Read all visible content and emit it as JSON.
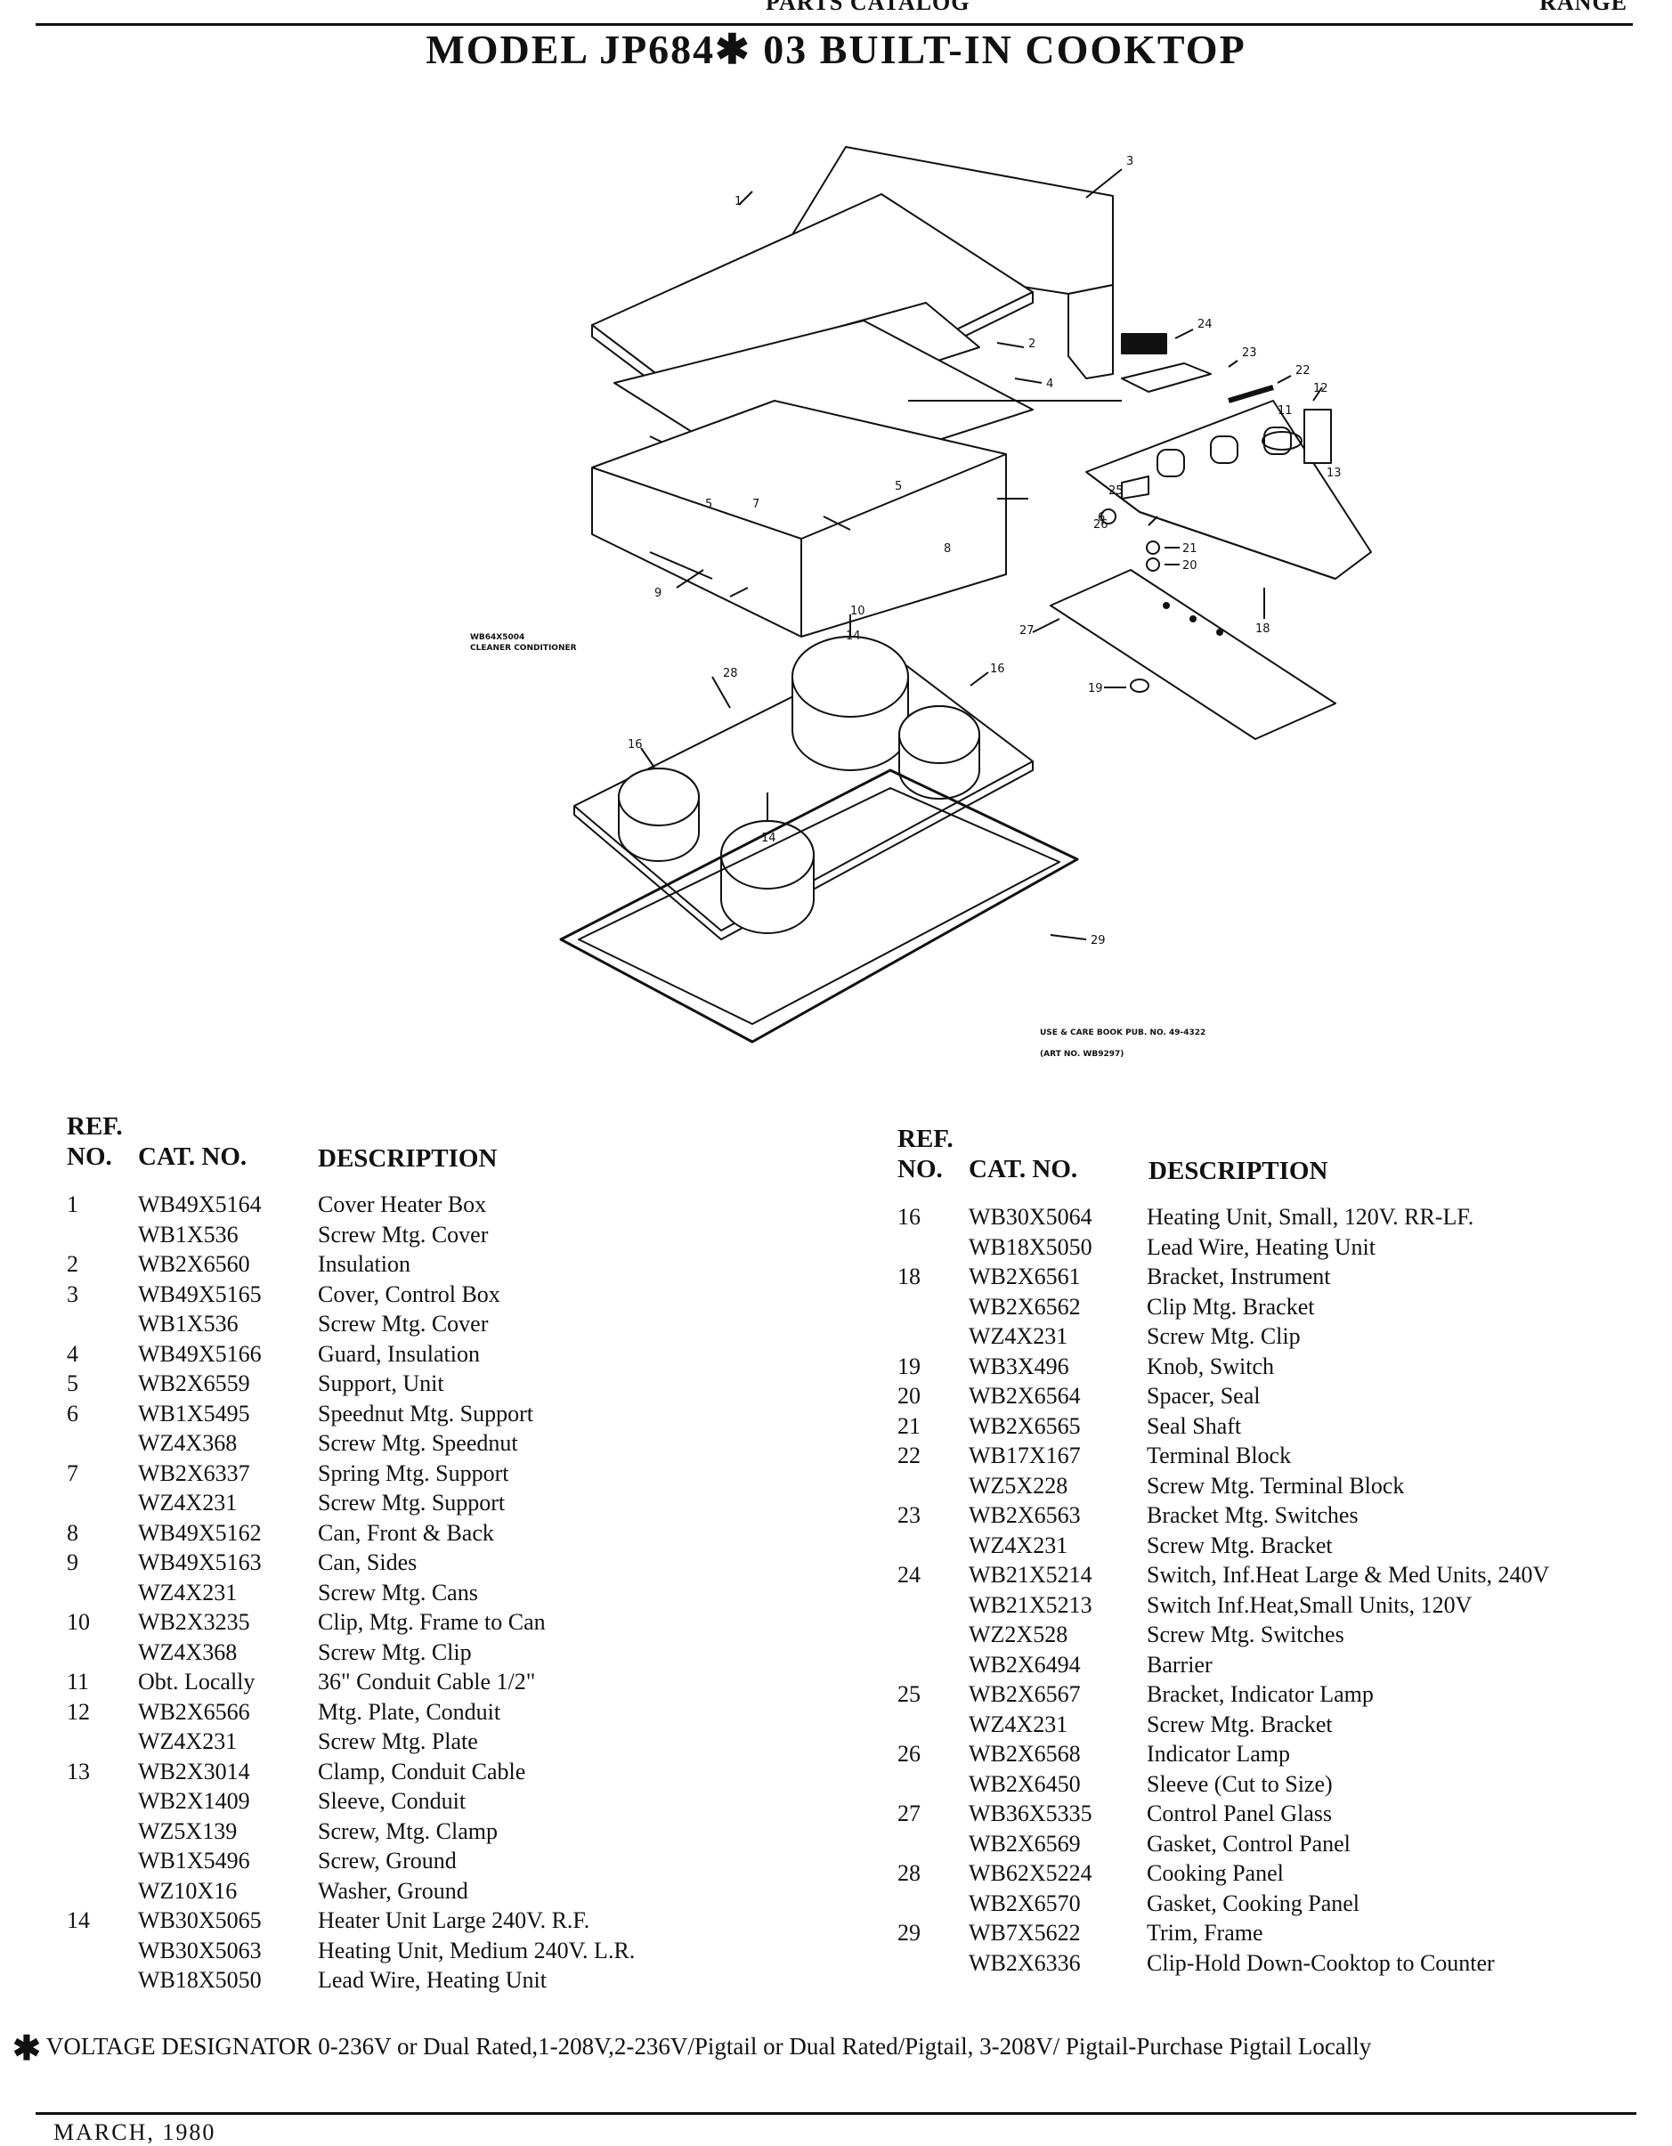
{
  "header": {
    "catalog": "PARTS CATALOG",
    "section": "RANGE"
  },
  "title": "MODEL JP684✱ 03 BUILT-IN COOKTOP",
  "diagram": {
    "callout_cleaner": [
      "WB64X5004",
      "CLEANER CONDITIONER"
    ],
    "callout_book": [
      "USE & CARE BOOK PUB. NO. 49-4322",
      "(ART NO. WB9297)"
    ],
    "ref_numbers": [
      "1",
      "2",
      "3",
      "4",
      "5",
      "5",
      "6",
      "7",
      "8",
      "9",
      "10",
      "11",
      "12",
      "13",
      "14",
      "14",
      "16",
      "16",
      "18",
      "19",
      "20",
      "21",
      "22",
      "23",
      "24",
      "25",
      "26",
      "27",
      "28",
      "29"
    ]
  },
  "columns": {
    "ref_line1": "REF.",
    "ref_line2": "NO.",
    "cat": "CAT. NO.",
    "desc": "DESCRIPTION"
  },
  "left_rows": [
    {
      "ref": "1",
      "cat": "WB49X5164",
      "desc": "Cover Heater Box"
    },
    {
      "ref": "",
      "cat": "WB1X536",
      "desc": "Screw Mtg. Cover"
    },
    {
      "ref": "2",
      "cat": "WB2X6560",
      "desc": "Insulation"
    },
    {
      "ref": "3",
      "cat": "WB49X5165",
      "desc": "Cover, Control Box"
    },
    {
      "ref": "",
      "cat": "WB1X536",
      "desc": "Screw Mtg. Cover"
    },
    {
      "ref": "4",
      "cat": "WB49X5166",
      "desc": "Guard, Insulation"
    },
    {
      "ref": "5",
      "cat": "WB2X6559",
      "desc": "Support, Unit"
    },
    {
      "ref": "6",
      "cat": "WB1X5495",
      "desc": "Speednut Mtg. Support"
    },
    {
      "ref": "",
      "cat": "WZ4X368",
      "desc": "Screw Mtg. Speednut"
    },
    {
      "ref": "7",
      "cat": "WB2X6337",
      "desc": "Spring Mtg. Support"
    },
    {
      "ref": "",
      "cat": "WZ4X231",
      "desc": "Screw Mtg. Support"
    },
    {
      "ref": "8",
      "cat": "WB49X5162",
      "desc": "Can, Front & Back"
    },
    {
      "ref": "9",
      "cat": "WB49X5163",
      "desc": "Can, Sides"
    },
    {
      "ref": "",
      "cat": "WZ4X231",
      "desc": "Screw Mtg. Cans"
    },
    {
      "ref": "10",
      "cat": "WB2X3235",
      "desc": "Clip, Mtg. Frame to Can"
    },
    {
      "ref": "",
      "cat": "WZ4X368",
      "desc": "Screw Mtg. Clip"
    },
    {
      "ref": "11",
      "cat": "Obt. Locally",
      "desc": "36\" Conduit Cable 1/2\""
    },
    {
      "ref": "12",
      "cat": "WB2X6566",
      "desc": "Mtg. Plate, Conduit"
    },
    {
      "ref": "",
      "cat": "WZ4X231",
      "desc": "Screw Mtg. Plate"
    },
    {
      "ref": "13",
      "cat": "WB2X3014",
      "desc": "Clamp, Conduit Cable"
    },
    {
      "ref": "",
      "cat": "WB2X1409",
      "desc": "Sleeve, Conduit"
    },
    {
      "ref": "",
      "cat": "WZ5X139",
      "desc": "Screw, Mtg. Clamp"
    },
    {
      "ref": "",
      "cat": "WB1X5496",
      "desc": "Screw, Ground"
    },
    {
      "ref": "",
      "cat": "WZ10X16",
      "desc": "Washer, Ground"
    },
    {
      "ref": "14",
      "cat": "WB30X5065",
      "desc": "Heater Unit Large 240V. R.F."
    },
    {
      "ref": "",
      "cat": "WB30X5063",
      "desc": "Heating Unit, Medium 240V. L.R."
    },
    {
      "ref": "",
      "cat": "WB18X5050",
      "desc": "Lead Wire, Heating Unit"
    }
  ],
  "right_rows": [
    {
      "ref": "16",
      "cat": "WB30X5064",
      "desc": "Heating Unit, Small, 120V. RR-LF."
    },
    {
      "ref": "",
      "cat": "WB18X5050",
      "desc": "Lead Wire, Heating Unit"
    },
    {
      "ref": "18",
      "cat": "WB2X6561",
      "desc": "Bracket, Instrument"
    },
    {
      "ref": "",
      "cat": "WB2X6562",
      "desc": "Clip Mtg. Bracket"
    },
    {
      "ref": "",
      "cat": "WZ4X231",
      "desc": "Screw Mtg. Clip"
    },
    {
      "ref": "19",
      "cat": "WB3X496",
      "desc": "Knob, Switch"
    },
    {
      "ref": "20",
      "cat": "WB2X6564",
      "desc": "Spacer, Seal"
    },
    {
      "ref": "21",
      "cat": "WB2X6565",
      "desc": "Seal Shaft"
    },
    {
      "ref": "22",
      "cat": "WB17X167",
      "desc": "Terminal Block"
    },
    {
      "ref": "",
      "cat": "WZ5X228",
      "desc": "Screw Mtg. Terminal Block"
    },
    {
      "ref": "23",
      "cat": "WB2X6563",
      "desc": "Bracket Mtg. Switches"
    },
    {
      "ref": "",
      "cat": "WZ4X231",
      "desc": "Screw Mtg. Bracket"
    },
    {
      "ref": "24",
      "cat": "WB21X5214",
      "desc": "Switch, Inf.Heat Large & Med Units, 240V"
    },
    {
      "ref": "",
      "cat": "WB21X5213",
      "desc": "Switch Inf.Heat,Small Units, 120V"
    },
    {
      "ref": "",
      "cat": "WZ2X528",
      "desc": "Screw Mtg. Switches"
    },
    {
      "ref": "",
      "cat": "WB2X6494",
      "desc": "Barrier"
    },
    {
      "ref": "25",
      "cat": "WB2X6567",
      "desc": "Bracket, Indicator Lamp"
    },
    {
      "ref": "",
      "cat": "WZ4X231",
      "desc": "Screw Mtg. Bracket"
    },
    {
      "ref": "26",
      "cat": "WB2X6568",
      "desc": "Indicator Lamp"
    },
    {
      "ref": "",
      "cat": "WB2X6450",
      "desc": "Sleeve (Cut to Size)"
    },
    {
      "ref": "27",
      "cat": "WB36X5335",
      "desc": "Control Panel Glass"
    },
    {
      "ref": "",
      "cat": "WB2X6569",
      "desc": "Gasket, Control Panel"
    },
    {
      "ref": "28",
      "cat": "WB62X5224",
      "desc": "Cooking Panel"
    },
    {
      "ref": "",
      "cat": "WB2X6570",
      "desc": "Gasket, Cooking Panel"
    },
    {
      "ref": "29",
      "cat": "WB7X5622",
      "desc": "Trim, Frame"
    },
    {
      "ref": "",
      "cat": "WB2X6336",
      "desc": "Clip-Hold Down-Cooktop to Counter"
    }
  ],
  "footnote": {
    "star": "✱",
    "text": "VOLTAGE DESIGNATOR 0-236V or Dual Rated,1-208V,2-236V/Pigtail or Dual Rated/Pigtail, 3-208V/ Pigtail-Purchase Pigtail Locally"
  },
  "footer_date": "MARCH, 1980"
}
